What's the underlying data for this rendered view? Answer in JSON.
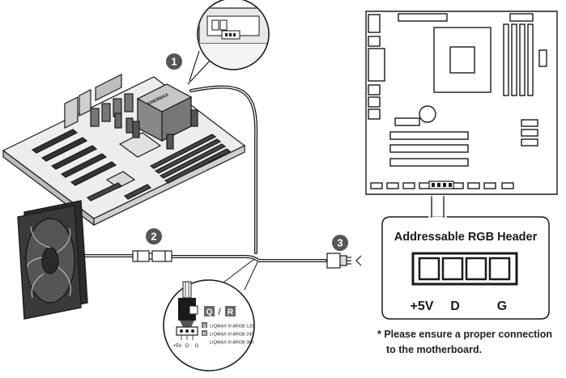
{
  "callouts": {
    "one": "1",
    "two": "2",
    "three": "3"
  },
  "cooler_brand": "ENERMAX",
  "header_box": {
    "title": "Addressable RGB Header",
    "pins": [
      "+5V",
      "D",
      "G"
    ]
  },
  "connector_detail": {
    "q_tag": "Q",
    "slash": "/",
    "r_tag": "R",
    "pins": [
      "+5V",
      "D",
      "G"
    ],
    "models": [
      {
        "tag": "Q",
        "name": "LIQMAX III ARGB 120"
      },
      {
        "tag": "R",
        "name": "LIQMAX III ARGB 240"
      },
      {
        "tag": "",
        "name": "LIQMAX III ARGB 360"
      }
    ]
  },
  "note": {
    "line1": "* Please ensure a proper connection",
    "line2": "to the motherboard."
  },
  "colors": {
    "line": "#1a1a1a",
    "callout_fill": "#555555",
    "tag_fill": "#6a6a6a",
    "board_gray": "#e6e6e6"
  }
}
